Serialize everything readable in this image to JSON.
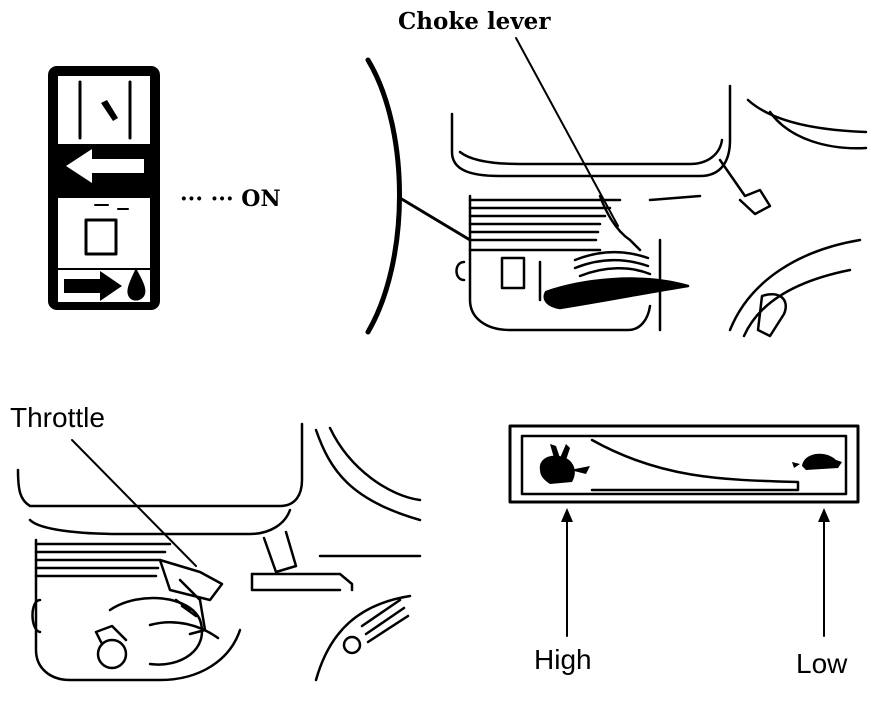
{
  "labels": {
    "choke_lever": "Choke lever",
    "on_indicator": "··· ··· ON",
    "throttle": "Throttle",
    "high": "High",
    "low": "Low"
  },
  "icons": {
    "choke_upper_panel": "arrow-left-icon",
    "choke_lower_panel": "arrow-right-fuel-drop-icon",
    "throttle_high_symbol": "rabbit-icon",
    "throttle_low_symbol": "turtle-icon"
  },
  "colors": {
    "ink": "#000000",
    "paper": "#ffffff"
  }
}
